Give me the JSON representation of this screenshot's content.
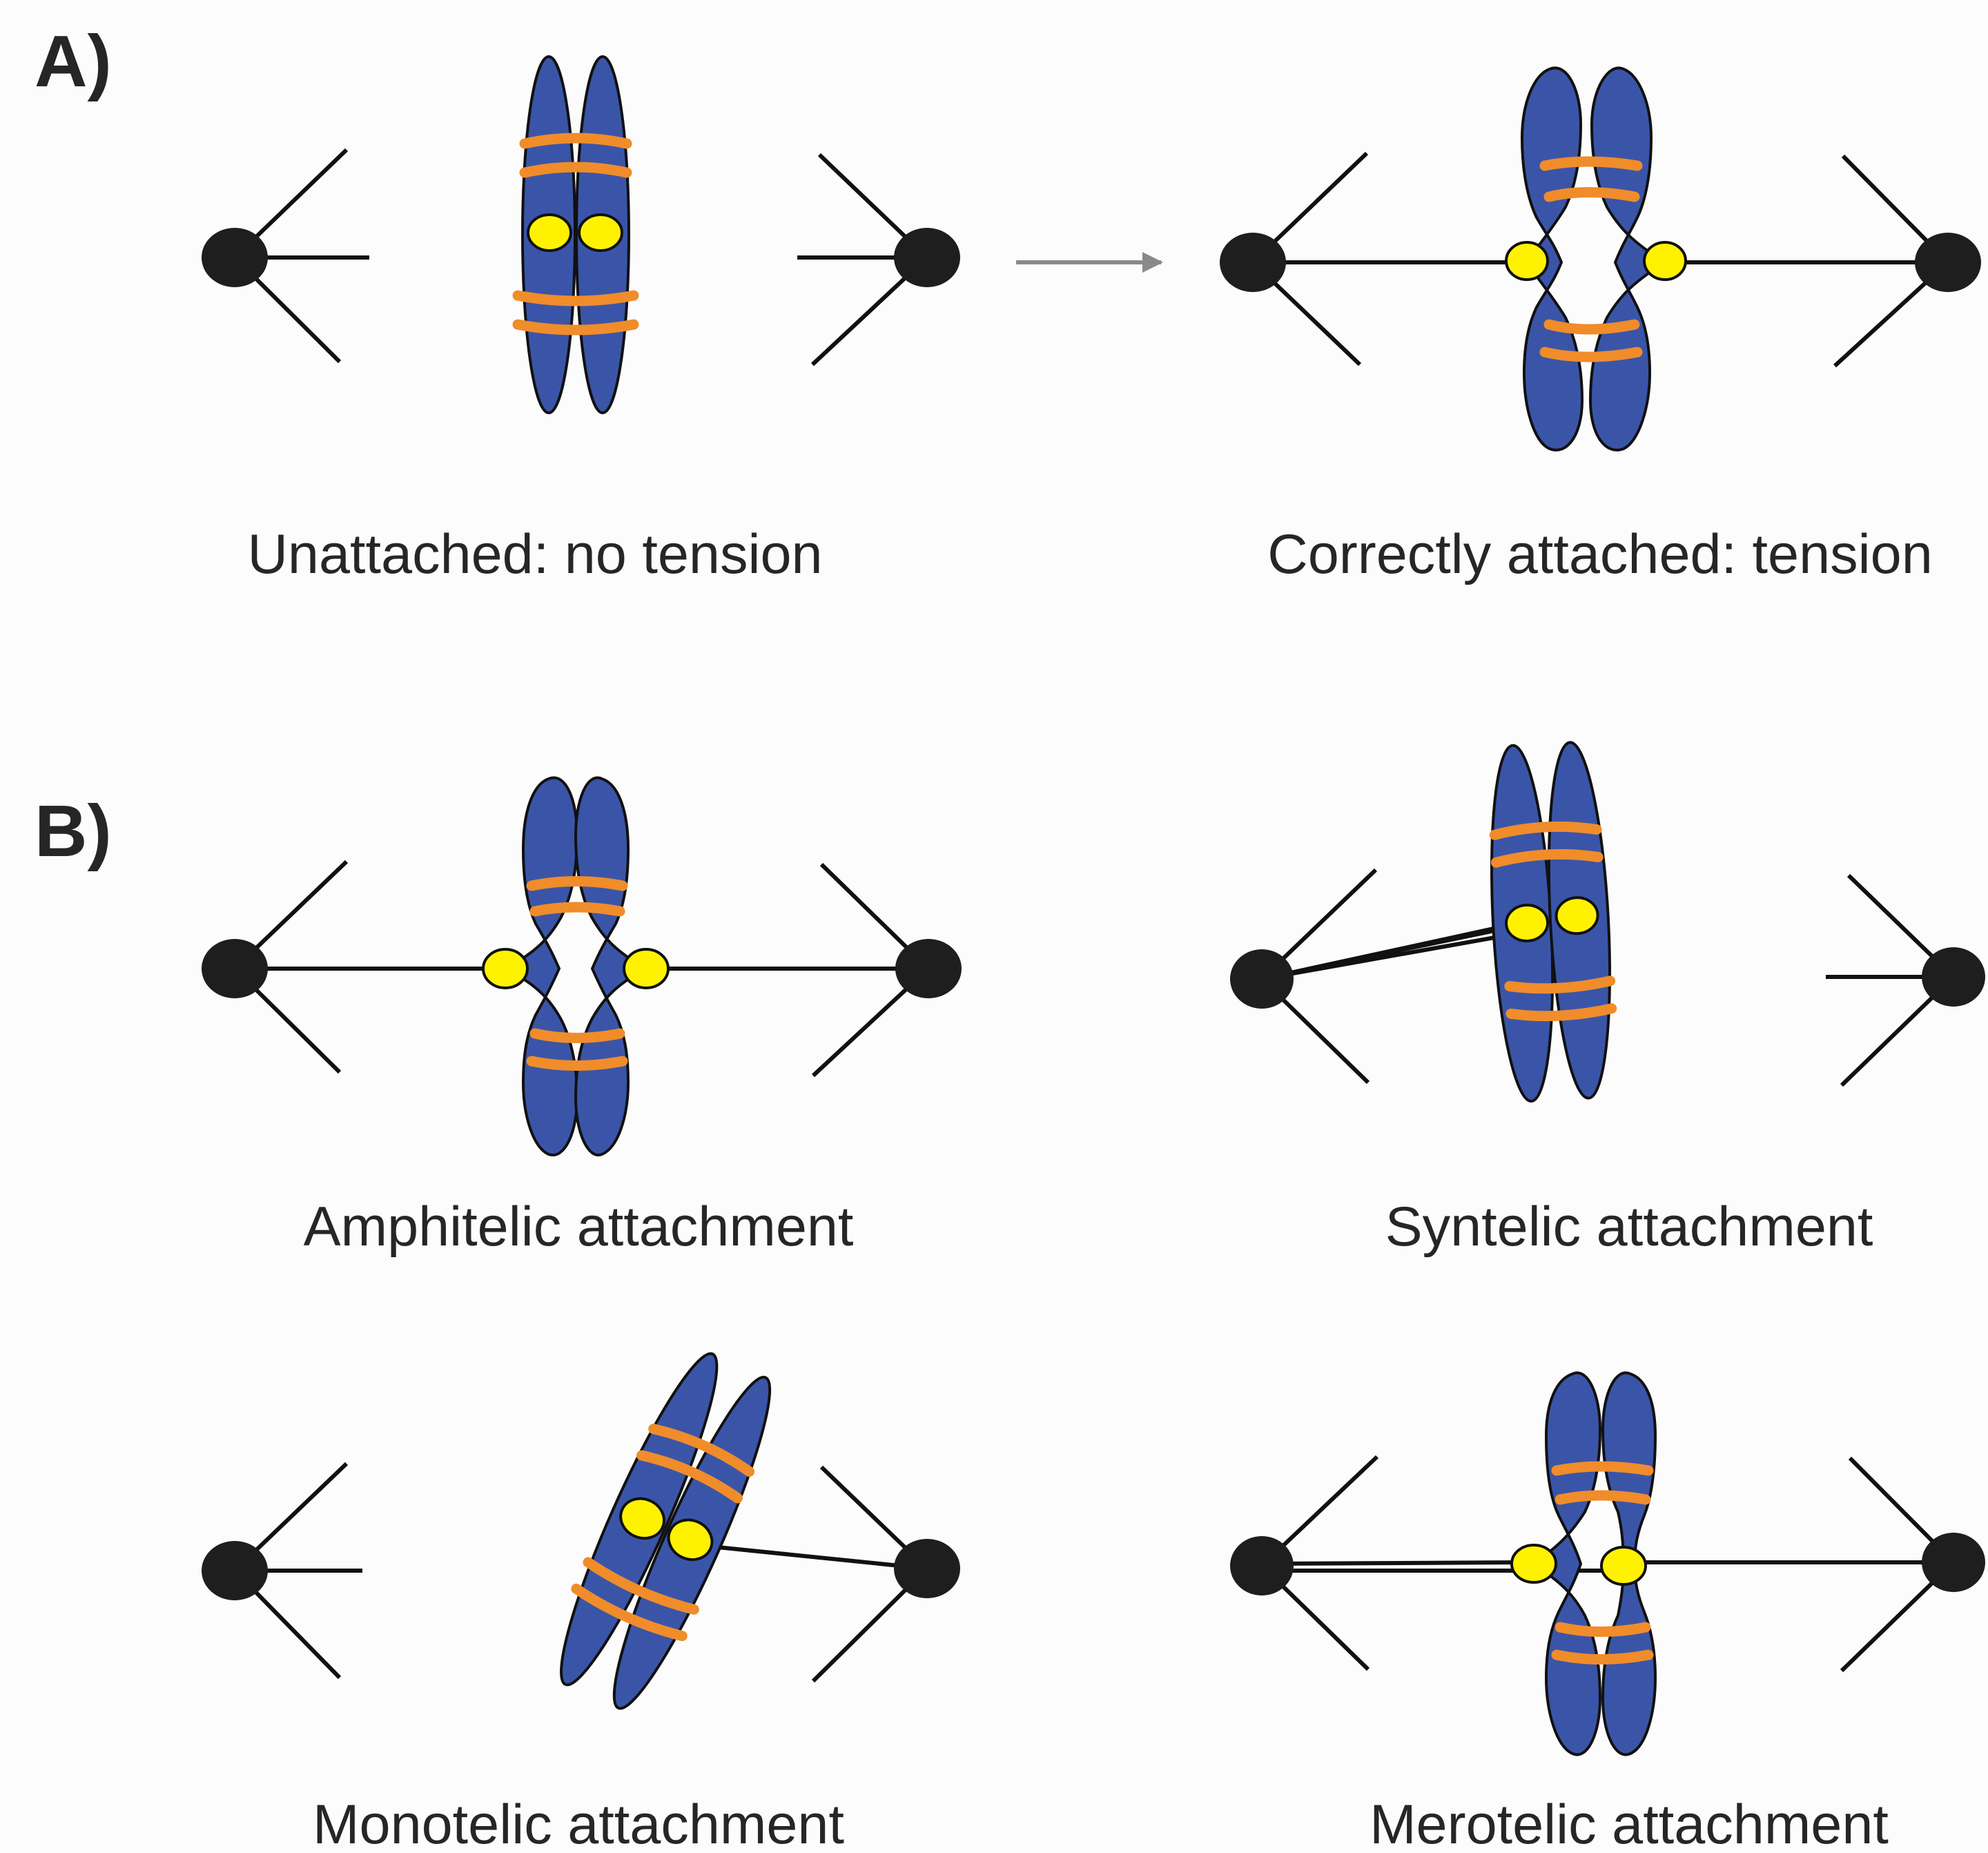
{
  "panels": {
    "a": {
      "label": "A)"
    },
    "b": {
      "label": "B)"
    }
  },
  "captions": {
    "unattached": "Unattached: no tension",
    "correctly_attached": "Correctly attached: tension",
    "amphitelic": "Amphitelic attachment",
    "syntelic": "Syntelic attachment",
    "monotelic": "Monotelic attachment",
    "merotelic": "Merotelic attachment"
  },
  "colors": {
    "chromatid": "#3a55a8",
    "band": "#f08c2a",
    "kinetochore": "#fff200",
    "pole": "#1e1e1e",
    "microtubule": "#111111",
    "transition_arrow": "#8a8a8a",
    "text": "#262626",
    "background": "#fcfcfc"
  }
}
